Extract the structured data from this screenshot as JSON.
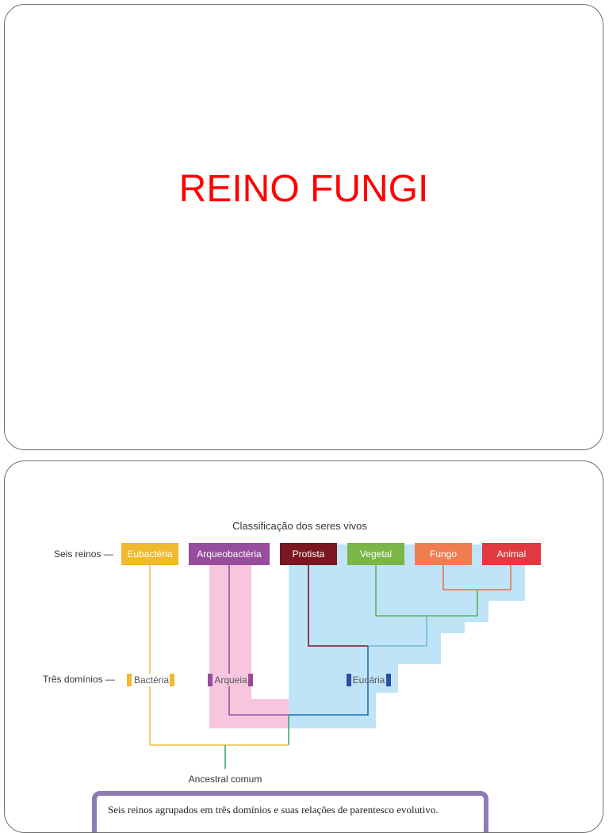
{
  "slide1": {
    "title": "REINO FUNGI"
  },
  "diagram": {
    "heading": "Classificação dos seres vivos",
    "kingdoms_label": "Seis reinos —",
    "domains_label": "Três domínios —",
    "root_label": "Ancestral comum",
    "kingdoms": [
      {
        "label": "Eubactéria",
        "color": "#f0b92e"
      },
      {
        "label": "Arqueobactéria",
        "color": "#974c9c"
      },
      {
        "label": "Protista",
        "color": "#7a1720"
      },
      {
        "label": "Vegetal",
        "color": "#7ab648"
      },
      {
        "label": "Fungo",
        "color": "#ef7d4f"
      },
      {
        "label": "Animal",
        "color": "#e0393f"
      }
    ],
    "domains": [
      {
        "label": "Bactéria",
        "color": "#f0b92e"
      },
      {
        "label": "Arqueia",
        "color": "#974c9c"
      },
      {
        "label": "Eucária",
        "color": "#2a4fa0"
      }
    ],
    "colors": {
      "eukaryote_region": "#bfe3f7",
      "archaea_region": "#f7c6de",
      "root_line": "#3aab6b",
      "bacteria_line": "#f0c24a",
      "archaea_line": "#8e52a0",
      "eukarya_line": "#1f6fb3"
    }
  },
  "caption": "Seis reinos agrupados em três domínios e suas relações de parentesco evolutivo."
}
